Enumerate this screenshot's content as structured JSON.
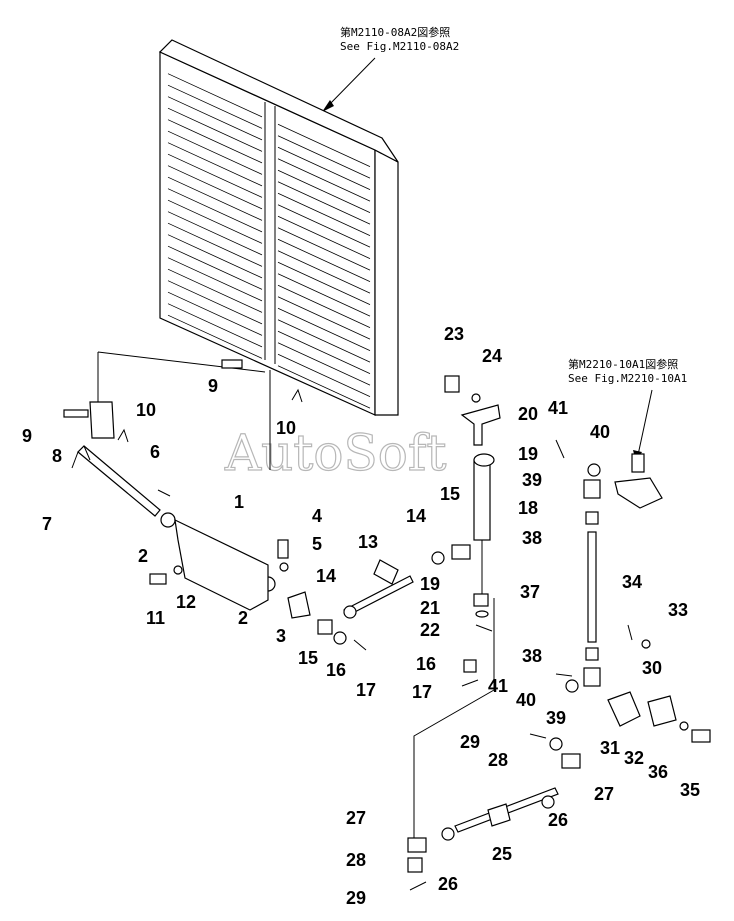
{
  "references": {
    "top_jp": "第M2110-08A2図参照",
    "top_en": "See Fig.M2110-08A2",
    "right_jp": "第M2210-10A1図参照",
    "right_en": "See Fig.M2210-10A1"
  },
  "watermark": "AutoSoft",
  "part_numbers": [
    "1",
    "2",
    "2",
    "3",
    "4",
    "5",
    "6",
    "7",
    "8",
    "9",
    "9",
    "10",
    "10",
    "11",
    "12",
    "13",
    "14",
    "14",
    "15",
    "15",
    "16",
    "16",
    "17",
    "17",
    "18",
    "19",
    "19",
    "20",
    "21",
    "22",
    "23",
    "24",
    "25",
    "26",
    "26",
    "27",
    "27",
    "28",
    "28",
    "29",
    "29",
    "30",
    "31",
    "32",
    "33",
    "34",
    "35",
    "36",
    "37",
    "38",
    "38",
    "39",
    "39",
    "40",
    "40",
    "41",
    "41"
  ]
}
